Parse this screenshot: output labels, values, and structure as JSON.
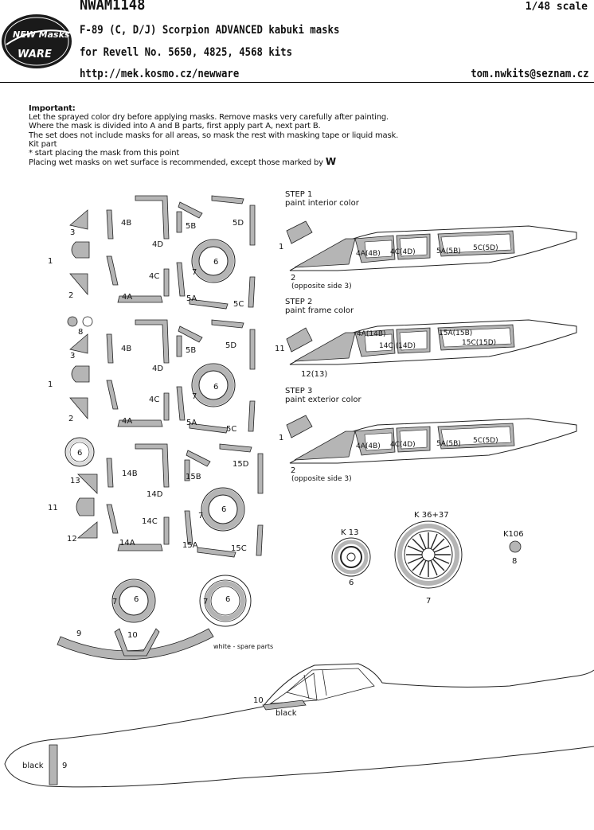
{
  "header": {
    "code": "NWAM1148",
    "scale": "1/48 scale",
    "title": "F-89 (C, D/J) Scorpion ADVANCED kabuki masks",
    "kits": "for Revell No. 5650, 4825, 4568 kits",
    "url": "http://mek.kosmo.cz/newware",
    "email": "tom.nwkits@seznam.cz",
    "logo_line1": "NEW Masks",
    "logo_line2": "WARE"
  },
  "notes": {
    "heading": "Important:",
    "lines": [
      "Let the sprayed color dry before applying masks. Remove masks very carefully after painting.",
      "Where the mask is divided into A and B parts, first apply part A, next part B.",
      "The set does not include masks for all areas, so mask the rest with masking tape or liquid mask.",
      "Kit part",
      "* start placing the mask from this point",
      "Placing wet masks on wet surface is recommended, except those marked by"
    ],
    "dry_mark": "W"
  },
  "sheet_labels": {
    "row1": [
      "3",
      "1",
      "2",
      "4B",
      "4D",
      "4C",
      "4A",
      "5B",
      "5D",
      "5A",
      "5C",
      "6",
      "7"
    ],
    "row_dots": [
      "8"
    ],
    "row2": [
      "3",
      "1",
      "2",
      "4B",
      "4D",
      "4C",
      "4A",
      "5B",
      "5D",
      "5A",
      "5C",
      "6",
      "7"
    ],
    "row3": [
      "6",
      "13",
      "11",
      "12",
      "14B",
      "14D",
      "14C",
      "14A",
      "15B",
      "15D",
      "15A",
      "15C",
      "6",
      "7"
    ],
    "row4": [
      "7",
      "6",
      "7",
      "6",
      "9",
      "10"
    ],
    "spare": "white - spare parts"
  },
  "steps": [
    {
      "title": "STEP 1",
      "desc": "paint interior color",
      "labels": [
        "1",
        "4A(4B)",
        "4C(4D)",
        "5A(5B)",
        "5C(5D)",
        "2"
      ],
      "note": "(opposite side 3)"
    },
    {
      "title": "STEP 2",
      "desc": "paint frame color",
      "labels": [
        "11",
        "4A(14B)",
        "14C (14D)",
        "15A(15B)",
        "15C(15D)",
        "12(13)"
      ],
      "note": ""
    },
    {
      "title": "STEP 3",
      "desc": "paint exterior color",
      "labels": [
        "1",
        "4A(4B)",
        "4C(4D)",
        "5A(5B)",
        "5C(5D)",
        "2"
      ],
      "note": "(opposite side 3)"
    }
  ],
  "wheels": [
    {
      "kit": "K 13",
      "part": "6"
    },
    {
      "kit": "K 36+37",
      "part": "7"
    },
    {
      "kit": "K106",
      "part": "8"
    }
  ],
  "fuselage": {
    "canopy_label": "10",
    "canopy_color": "black",
    "nose_color": "black",
    "nose_label": "9"
  },
  "colors": {
    "mask_fill": "#b5b5b5",
    "line": "#222222"
  }
}
